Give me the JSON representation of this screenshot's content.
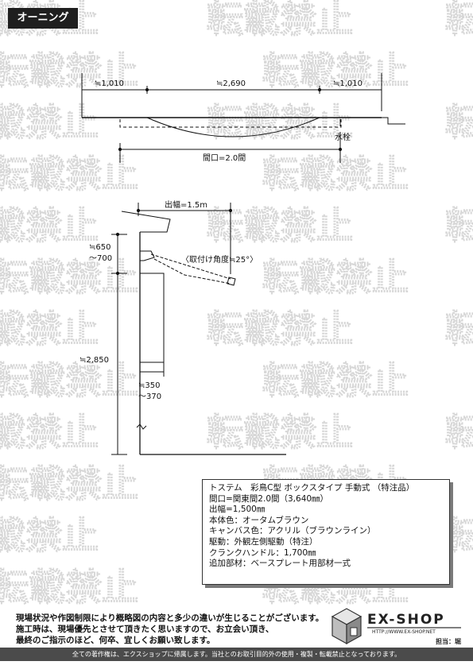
{
  "header": {
    "title": "オーニング"
  },
  "watermark": {
    "text": "転載禁止"
  },
  "plan_view": {
    "dim_left": "≒1,010",
    "dim_center": "≒2,690",
    "dim_right": "≒1,010",
    "faucet_label": "水栓",
    "opening_label": "間口=2.0間"
  },
  "section_view": {
    "projection_label": "出幅=1.5m",
    "angle_label": "〈取付け角度≒25°〉",
    "top_dim_line1": "≒650",
    "top_dim_line2": "～700",
    "height_dim": "≒2,850",
    "bottom_dim_line1": "≒350",
    "bottom_dim_line2": "～370"
  },
  "spec": {
    "lines": [
      "トステム　彩鳥C型 ボックスタイプ 手動式 （特注品）",
      "間口=関東間2.0間（3,640㎜）",
      "出幅=1,500㎜",
      "本体色：オータムブラウン",
      "キャンバス色：アクリル（ブラウンライン）",
      "駆動：外観左側駆動（特注）",
      "クランクハンドル：1,700㎜",
      "追加部材：ベースプレート用部材一式"
    ]
  },
  "notes": {
    "lines": [
      "現場状況や作図制限により概略図の内容と多少の違いが生じることがございます。",
      "施工時は、現場優先とさせて頂きたく思いますので、お立会い頂き、",
      "最終のご指示のほど、何卒、宜しくお願い致します。"
    ]
  },
  "logo": {
    "brand": "EX-SHOP",
    "url": "HTTP://WWW.EX-SHOP.NET",
    "person": "担当：堀"
  },
  "footer": {
    "text": "全ての著作権は、エクスショップに帰属します。当社とのお取引目的外の使用・複製・転載禁止となっております。"
  }
}
